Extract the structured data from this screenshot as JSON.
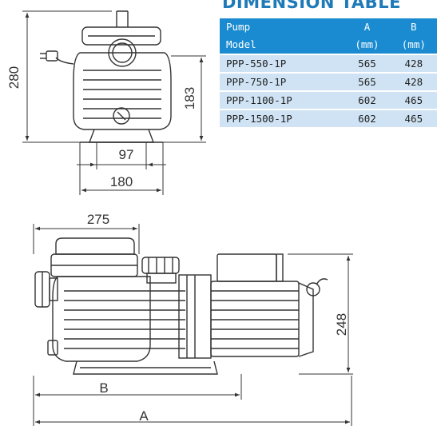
{
  "colors": {
    "line": "#333333",
    "header_bg": "#1a8bd0",
    "row_bg": "#cfe3f4",
    "title": "#1f7ab8"
  },
  "front_view": {
    "height_label": "280",
    "motor_height_label": "183",
    "foot_width_label": "97",
    "base_width_label": "180"
  },
  "side_view": {
    "length_label": "275",
    "motor_height_label": "248",
    "dim_b_label": "B",
    "dim_a_label": "A"
  },
  "table": {
    "title": "DIMENSION TABLE",
    "header_top": [
      "Pump",
      "A",
      "B"
    ],
    "header_bottom": [
      "Model",
      "(mm)",
      "(mm)"
    ],
    "rows": [
      {
        "model": "PPP-550-1P",
        "a": "565",
        "b": "428"
      },
      {
        "model": "PPP-750-1P",
        "a": "565",
        "b": "428"
      },
      {
        "model": "PPP-1100-1P",
        "a": "602",
        "b": "465"
      },
      {
        "model": "PPP-1500-1P",
        "a": "602",
        "b": "465"
      }
    ]
  }
}
